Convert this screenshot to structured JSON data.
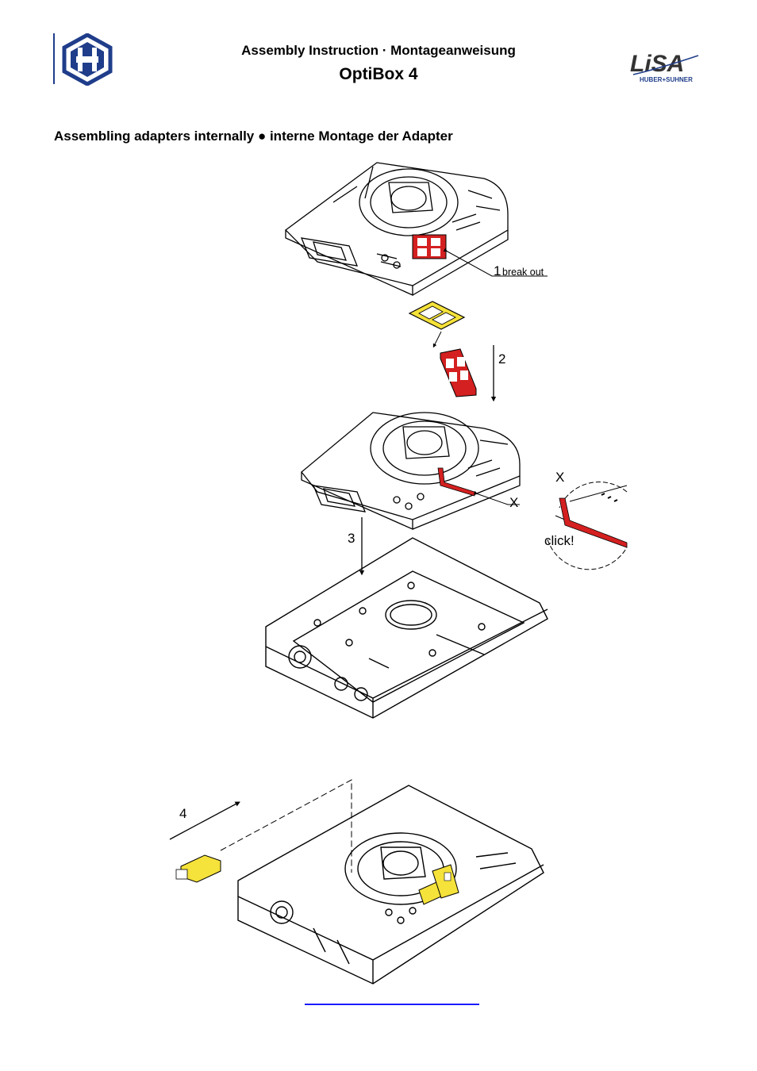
{
  "header": {
    "subtitle": "Assembly Instruction · Montageanweisung",
    "title": "OptiBox 4",
    "right_logo_text": "LiSA",
    "right_logo_sub": "HUBER+SUHNER",
    "left_logo_letter": "H"
  },
  "section": {
    "title": "Assembling adapters internally ● interne Montage der Adapter"
  },
  "steps": {
    "step1_number": "1",
    "step1_label": "break out",
    "step2_number": "2",
    "step3_number": "3",
    "step4_number": "4",
    "detail_marker": "X",
    "detail_marker_callout": "X",
    "click_label": "click!"
  },
  "colors": {
    "brand_blue": "#1f3d8a",
    "highlight_red": "#d42020",
    "highlight_yellow": "#f5e23a",
    "link_blue": "#1a1aff"
  }
}
